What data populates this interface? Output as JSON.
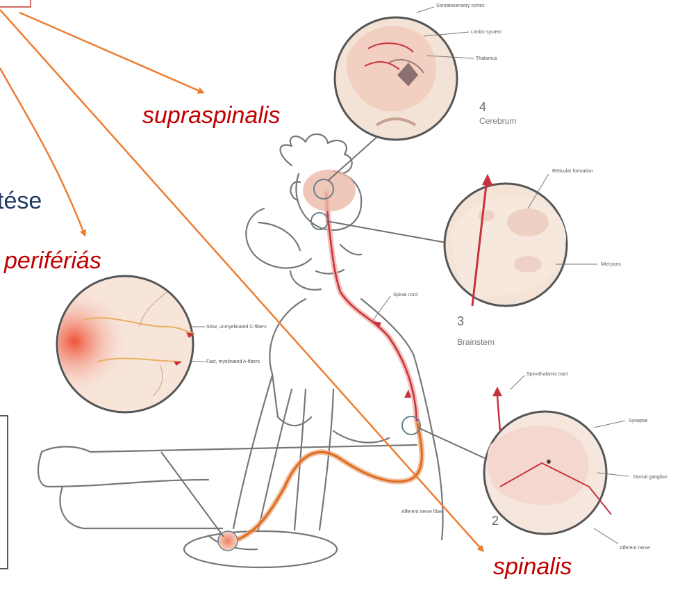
{
  "labels": {
    "supraspinalis": "supraspinalis",
    "periferias": "perifériás",
    "spinalis": "spinalis",
    "partial_word": "tése"
  },
  "illustration": {
    "cerebrum": {
      "number": "4",
      "name": "Cerebrum",
      "callouts": [
        "Somatosensory cortex",
        "Limbic system",
        "Thalamus"
      ]
    },
    "brainstem": {
      "number": "3",
      "name": "Brainstem",
      "callouts": [
        "Reticular formation",
        "Mid-pons"
      ]
    },
    "spinal": {
      "number": "2",
      "callouts": [
        "Spinothalamic tract",
        "Synapse",
        "Dorsal ganglion",
        "Afferent nerve"
      ]
    },
    "peripheral": {
      "callouts": [
        "Slow, unmyelinated C-fibers",
        "Fast, myelinated A-fibers"
      ]
    },
    "body_callouts": [
      "Spinal cord",
      "Afferent nerve fiber"
    ]
  },
  "colors": {
    "arrow": "#ed7d31",
    "label": "#c00000",
    "navy_text": "#1f3864",
    "pathway_red": "#c8323c",
    "pathway_orange": "#e06a1c"
  }
}
